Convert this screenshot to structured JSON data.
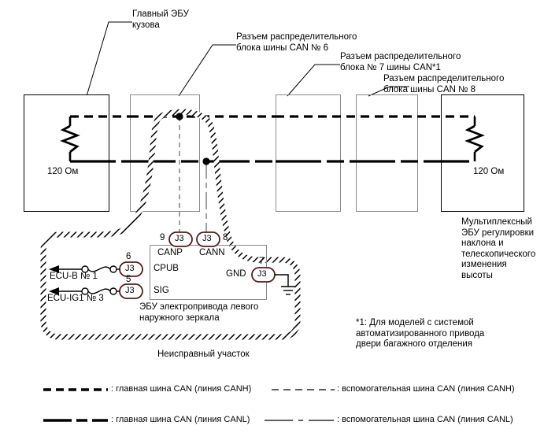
{
  "diagram": {
    "title_labels": [
      {
        "id": "main-body-ecu",
        "text": "Главный ЭБУ\nкузова"
      },
      {
        "id": "can-junction-6",
        "text": "Разъем распределительного\nблока шины CAN № 6"
      },
      {
        "id": "can-junction-7",
        "text": "Разъем распределительного\nблока № 7 шины CAN*1"
      },
      {
        "id": "can-junction-8",
        "text": "Разъем распределительного\nблока шины CAN № 8"
      }
    ],
    "resistors": [
      {
        "id": "left-terminator",
        "value": "120 Ом"
      },
      {
        "id": "right-terminator",
        "value": "120 Ом"
      }
    ],
    "right_block_label": "Мультиплексный\nЭБУ регулировки\nнаклона и\nтелескопического\nизменения\nвысоты",
    "ecu": {
      "name": "ЭБУ электропривода левого\nнаружного зеркала",
      "pins": [
        {
          "number": "9",
          "connector": "J3",
          "signal": "CANP"
        },
        {
          "number": "8",
          "connector": "J3",
          "signal": "CANN"
        },
        {
          "number": "6",
          "connector": "J3",
          "signal": "CPUB"
        },
        {
          "number": "5",
          "connector": "J3",
          "signal": "SIG"
        },
        {
          "number": "7",
          "connector": "J3",
          "signal": "GND"
        }
      ],
      "power_feeds": [
        {
          "id": "ecu-b",
          "text": "ECU-B № 1"
        },
        {
          "id": "ecu-ig1",
          "text": "ECU-IG1 № 3"
        }
      ]
    },
    "fault_area_label": "Неисправный участок",
    "footnote": "*1: Для моделей с системой\nавтоматизированного привода\nдвери багажного отделения",
    "legend": [
      {
        "style": "dashed-bold",
        "text": ": главная шина CAN (линия CANH)"
      },
      {
        "style": "dashed-thin",
        "text": ": вспомогательная шина CAN (линия CANH)"
      },
      {
        "style": "solid-bold",
        "text": ": главная шина CAN (линия CANL)"
      },
      {
        "style": "solid-thin",
        "text": ": вспомогательная шина CAN (линия CANL)"
      }
    ],
    "colors": {
      "line": "#000000",
      "connector_outline": "#5a1a1a",
      "branch": "#808080",
      "box_border": "#808080"
    }
  }
}
